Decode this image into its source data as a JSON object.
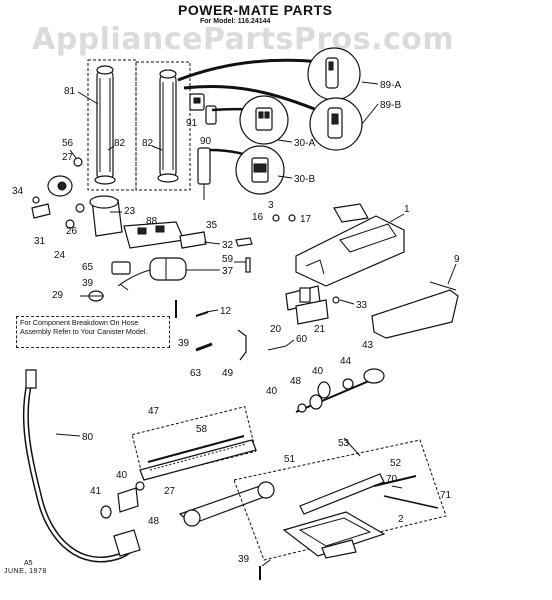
{
  "header": {
    "title": "POWER-MATE PARTS",
    "model": "For Model: 116.24144",
    "watermark": "AppliancePartsPros.com"
  },
  "note": {
    "text": "For Component Breakdown On Hose Assembly Refer to Your Canister Model."
  },
  "footer": {
    "a5": "A5",
    "date": "JUNE, 1978"
  },
  "labels": {
    "p81": "81",
    "p82a": "82",
    "p82b": "82",
    "p89a": "89-A",
    "p89b": "89-B",
    "p91": "91",
    "p90": "90",
    "p30a": "30-A",
    "p30b": "30-B",
    "p56": "56",
    "p27a": "27",
    "p34": "34",
    "p31": "31",
    "p26": "26",
    "p24": "24",
    "p23": "23",
    "p88": "88",
    "p35": "35",
    "p3": "3",
    "p16": "16",
    "p17": "17",
    "p1": "1",
    "p32": "32",
    "p59": "59",
    "p65": "65",
    "p39a": "39",
    "p37": "37",
    "p29": "29",
    "p12": "12",
    "p9": "9",
    "p33": "33",
    "p20": "20",
    "p21": "21",
    "p39b": "39",
    "p63": "63",
    "p49": "49",
    "p60": "60",
    "p80": "80",
    "p44": "44",
    "p43": "43",
    "p40a": "40",
    "p48a": "48",
    "p40b": "40",
    "p47": "47",
    "p58": "58",
    "p53": "53",
    "p52": "52",
    "p51": "51",
    "p70": "70",
    "p71": "71",
    "p40c": "40",
    "p27b": "27",
    "p41": "41",
    "p48b": "48",
    "p2": "2",
    "p39c": "39"
  }
}
